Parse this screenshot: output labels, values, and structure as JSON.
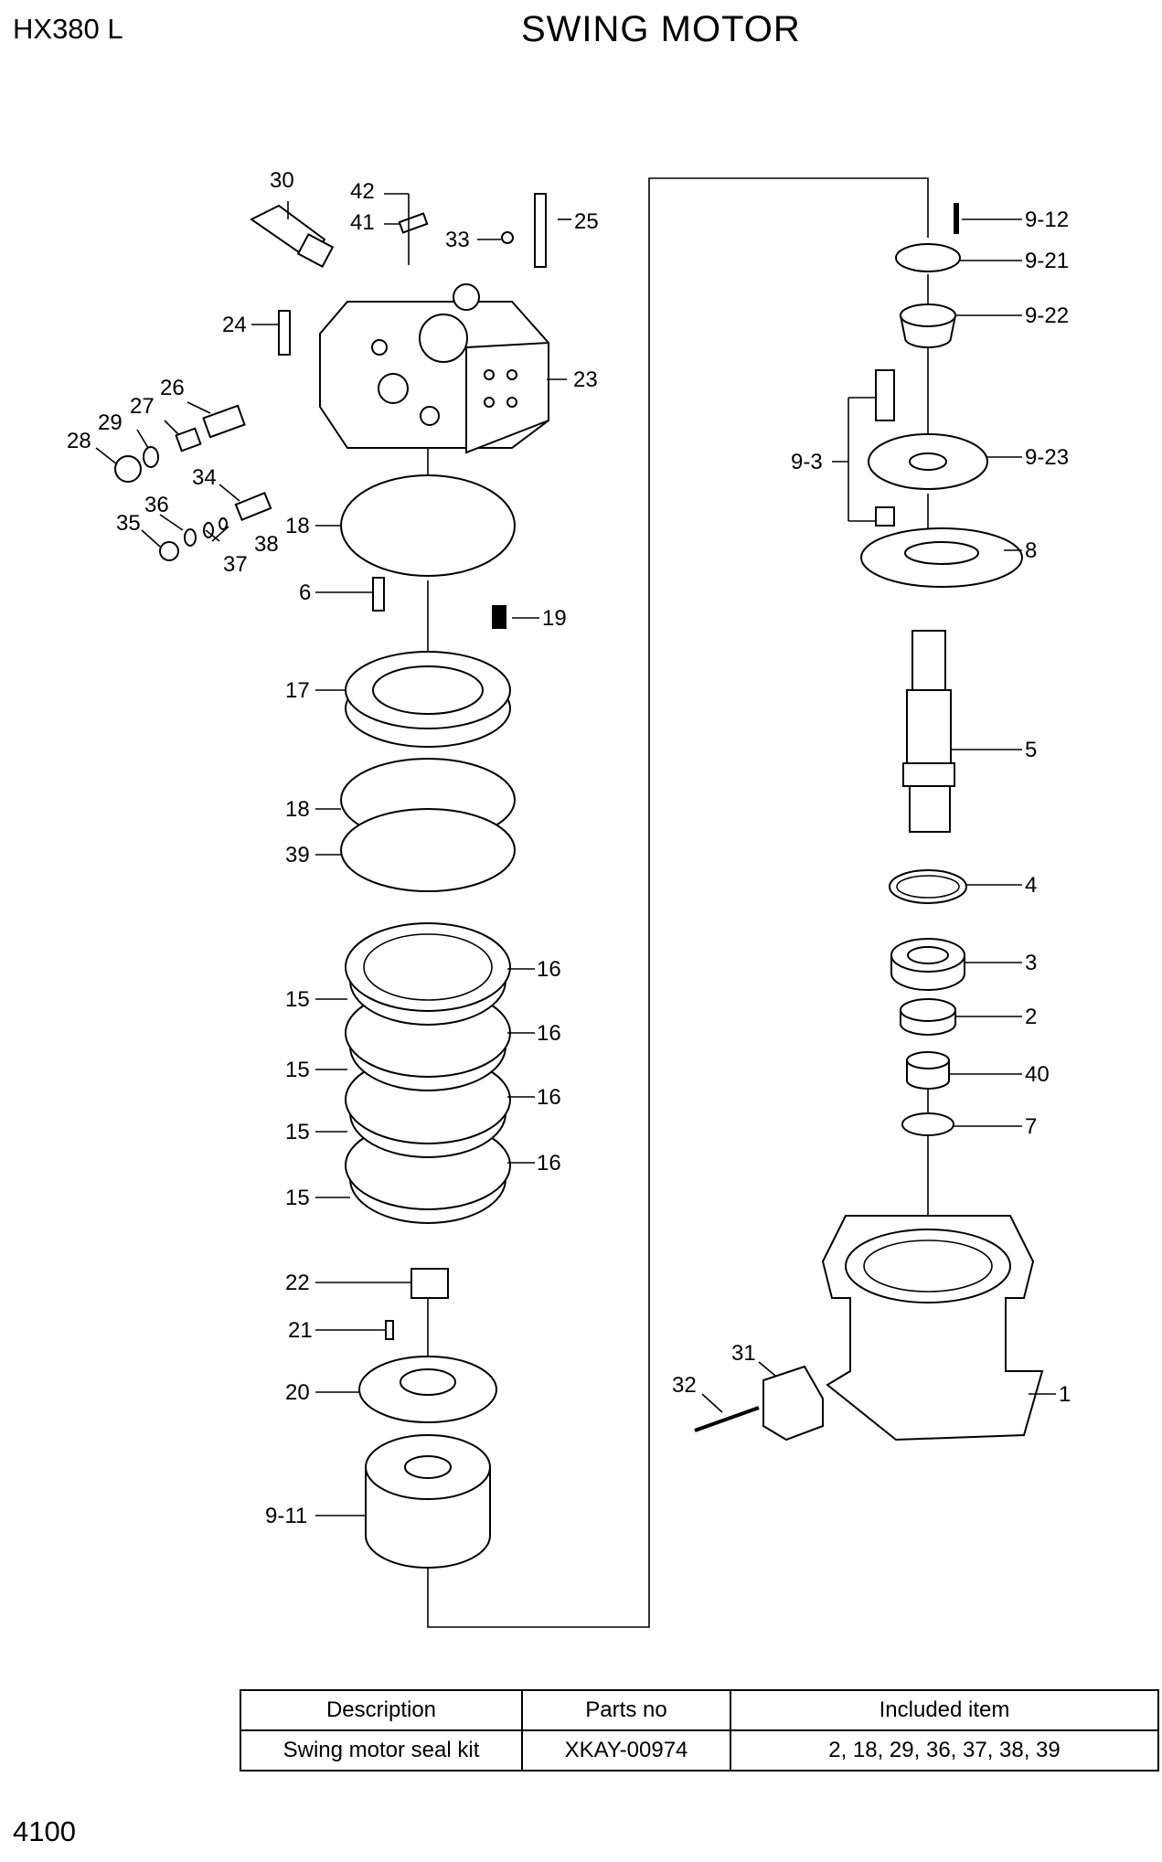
{
  "header": {
    "model": "HX380 L",
    "title": "SWING MOTOR"
  },
  "footer": {
    "page_number": "4100"
  },
  "callouts": {
    "c1": "1",
    "c2": "2",
    "c3": "3",
    "c4": "4",
    "c5": "5",
    "c6": "6",
    "c7": "7",
    "c8": "8",
    "c9_3": "9-3",
    "c9_11": "9-11",
    "c9_12": "9-12",
    "c9_21": "9-21",
    "c9_22": "9-22",
    "c9_23": "9-23",
    "c15": "15",
    "c16": "16",
    "c17": "17",
    "c18": "18",
    "c19": "19",
    "c20": "20",
    "c21": "21",
    "c22": "22",
    "c23": "23",
    "c24": "24",
    "c25": "25",
    "c26": "26",
    "c27": "27",
    "c28": "28",
    "c29": "29",
    "c30": "30",
    "c31": "31",
    "c32": "32",
    "c33": "33",
    "c34": "34",
    "c35": "35",
    "c36": "36",
    "c37": "37",
    "c38": "38",
    "c39": "39",
    "c40": "40",
    "c41": "41",
    "c42": "42"
  },
  "kit_table": {
    "headers": [
      "Description",
      "Parts no",
      "Included item"
    ],
    "rows": [
      [
        "Swing motor seal kit",
        "XKAY-00974",
        "2, 18, 29, 36, 37, 38, 39"
      ]
    ]
  }
}
